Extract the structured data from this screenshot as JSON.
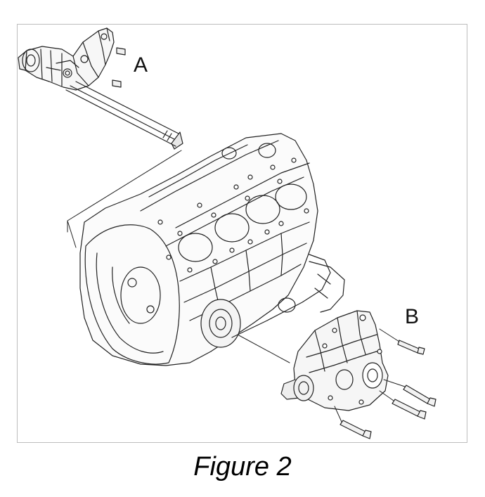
{
  "figure": {
    "caption": "Figure 2",
    "callouts": {
      "a": "A",
      "b": "B"
    }
  }
}
